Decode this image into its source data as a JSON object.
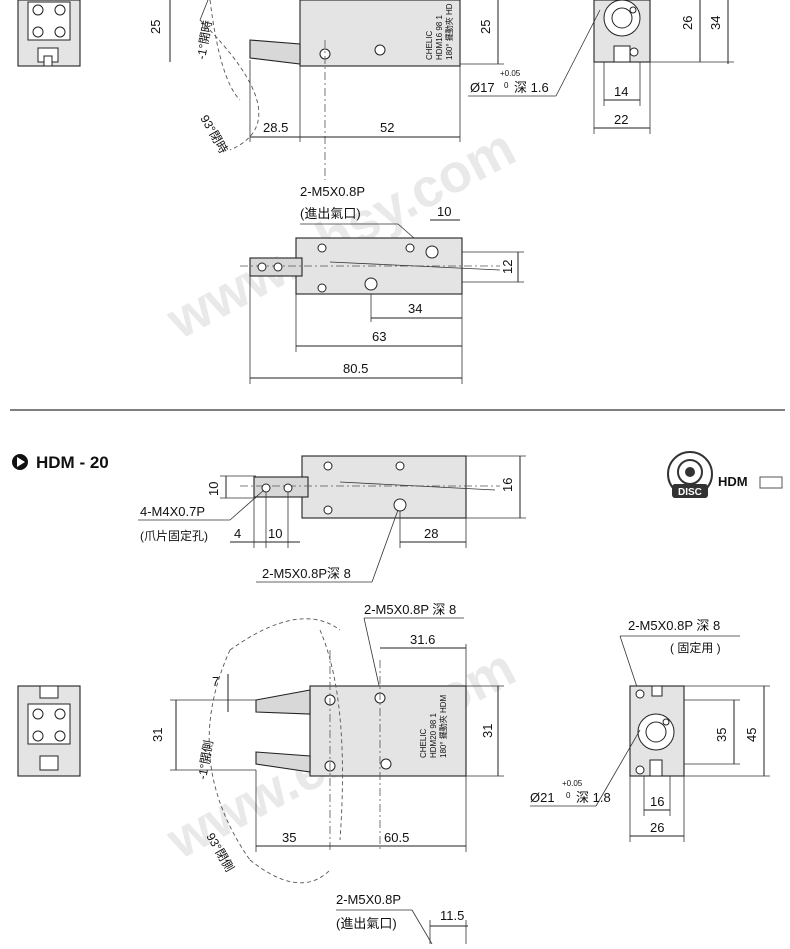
{
  "watermark": "www.ehsy.com",
  "top": {
    "dim_25_left": "25",
    "angle_open": "-1°開時",
    "angle_close": "93°閉時",
    "dim_25_right": "25",
    "dim_26": "26",
    "dim_34": "34",
    "bore": "Ø17",
    "tol": "+0.05",
    "tol_zero": "0",
    "depth": "深 1.6",
    "dim_14": "14",
    "dim_22": "22",
    "dim_28_5": "28.5",
    "dim_52": "52",
    "label_brand": "CHELIC",
    "label_model": "HDM16 98 1",
    "label_sub": "180° 擺動夾 HD",
    "port_label": "2-M5X0.8P",
    "port_sub": "(進出氣口)",
    "dim_10": "10",
    "dim_12": "12",
    "dim_34b": "34",
    "dim_63": "63",
    "dim_80_5": "80.5"
  },
  "section2": {
    "title": "HDM - 20",
    "badge_text": "DISC",
    "badge_label": "HDM",
    "dim_10": "10",
    "dim_16": "16",
    "claw_hole": "4-M4X0.7P",
    "claw_sub": "(爪片固定孔)",
    "dim_4": "4",
    "dim_10b": "10",
    "dim_28": "28",
    "deep_thread": "2-M5X0.8P深 8",
    "deep_thread2": "2-M5X0.8P 深 8",
    "dim_31_6": "31.6",
    "fix_thread": "2-M5X0.8P 深 8",
    "fix_sub": "( 固定用 )",
    "dim_7": "7",
    "dim_31_left": "31",
    "dim_31_right": "31",
    "angle_open": "-1°開側",
    "angle_close": "93°閉側",
    "dim_35_side": "35",
    "dim_45": "45",
    "bore": "Ø21",
    "tol": "+0.05",
    "tol_zero": "0",
    "depth": "深 1.8",
    "dim_16b": "16",
    "dim_26": "26",
    "dim_35": "35",
    "dim_60_5": "60.5",
    "label_brand": "CHELIC",
    "label_model": "HDM20 98 1",
    "label_sub": "180° 擺動夾 HDM",
    "port_label": "2-M5X0.8P",
    "port_sub": "(進出氣口)",
    "dim_11_5": "11.5"
  }
}
